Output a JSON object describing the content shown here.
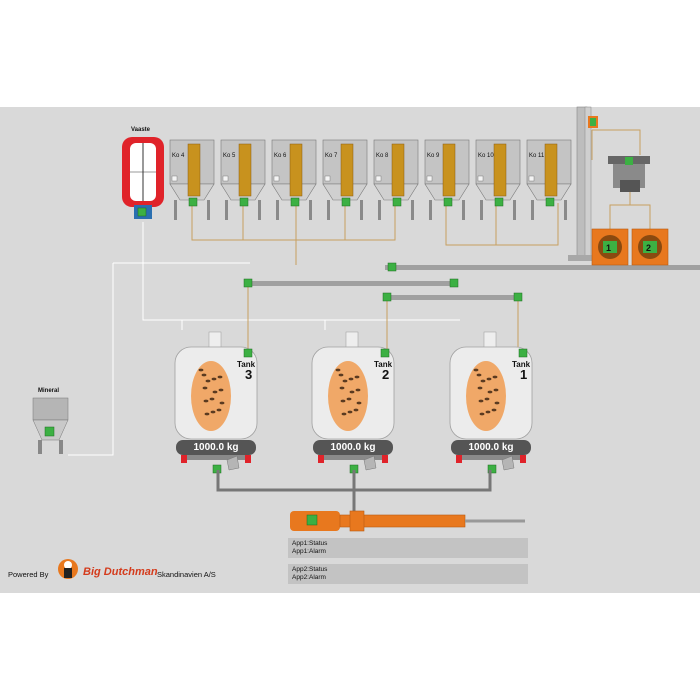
{
  "silo_header": "Vaaste",
  "bins": [
    "Ko 4",
    "Ko 5",
    "Ko 6",
    "Ko 7",
    "Ko 8",
    "Ko 9",
    "Ko 10",
    "Ko 11"
  ],
  "mineral_label": "Mineral",
  "tanks": [
    {
      "title": "Tank",
      "number": "3",
      "weight": "1000.0 kg"
    },
    {
      "title": "Tank",
      "number": "2",
      "weight": "1000.0 kg"
    },
    {
      "title": "Tank",
      "number": "1",
      "weight": "1000.0 kg"
    }
  ],
  "app_status": [
    {
      "status": "App1:Status",
      "alarm": "App1:Alarm"
    },
    {
      "status": "App2:Status",
      "alarm": "App2:Alarm"
    }
  ],
  "scale_indicators": [
    "1",
    "2"
  ],
  "footer": {
    "powered_by": "Powered By",
    "brand": "Big Dutchman",
    "company": "Skandinavien A/S"
  },
  "colors": {
    "background": "#d9d9d9",
    "silo_red": "#e0232a",
    "tank_orange": "#f0a868",
    "motor_orange": "#e8781e",
    "status_green": "#3cb043",
    "feed_pipe": "#c8a060"
  }
}
